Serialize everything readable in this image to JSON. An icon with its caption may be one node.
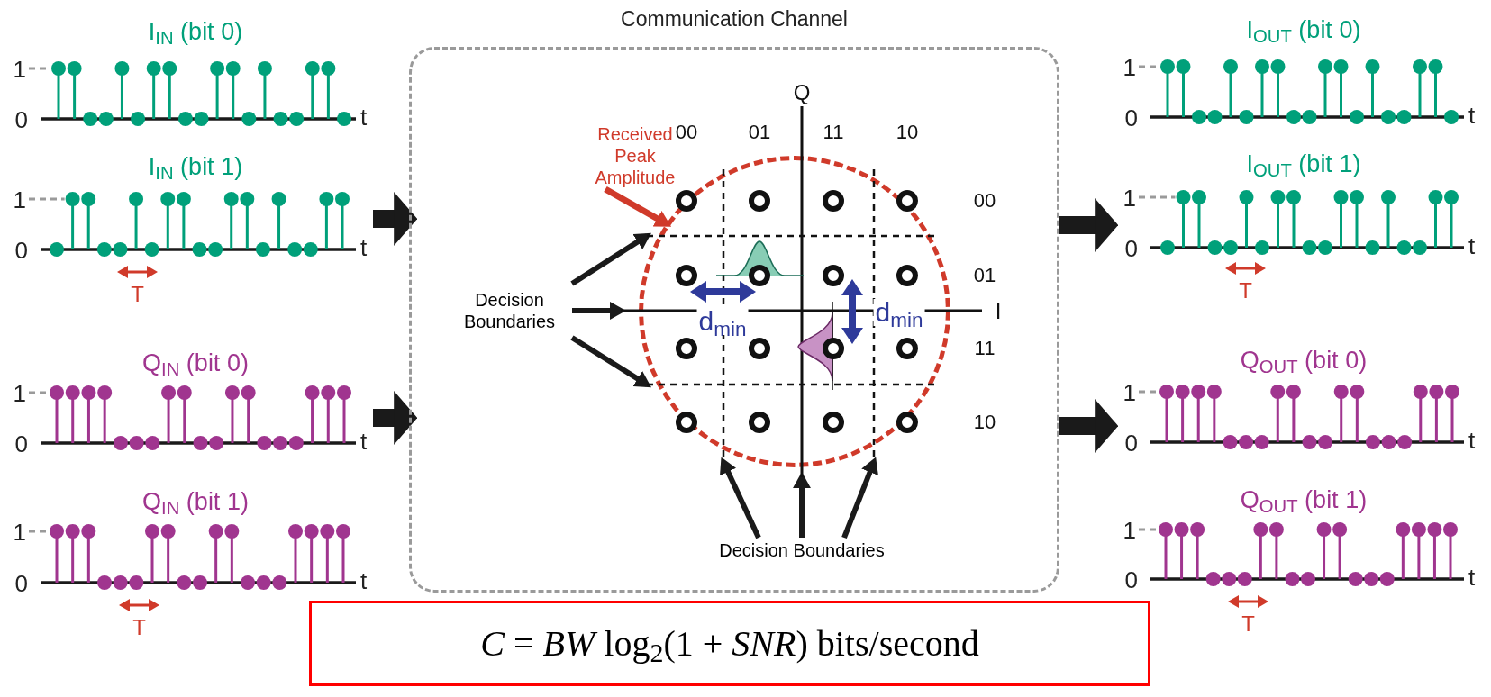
{
  "diagram": {
    "nodes": [
      {
        "text": [
          "I$_{IN}$ (bit 0)",
          "I$_{IN}$ (bit 1)"
        ],
        "beside": [
          "1",
          "0",
          "t",
          "1",
          "0",
          "t",
          "T"
        ]
      },
      {
        "text": [
          "Q$_{IN}$ (bit 0)",
          "Q$_{IN}$ (bit 1)"
        ],
        "beside": [
          "1",
          "0",
          "t",
          "1",
          "0",
          "t",
          "T"
        ]
      },
      {
        "text": [
          "Communication Channel"
        ]
      },
      {
        "text": [
          "Received Peak Amplitude"
        ],
        "in": 2
      },
      {
        "text": [
          "Decision Boundaries"
        ],
        "in": 2
      },
      {
        "text": [
          "Decision Boundaries"
        ],
        "in": 2
      },
      {
        "text": [],
        "shape": "circle",
        "in": 2
      },
      {
        "text": [],
        "shape": "line",
        "in": 6
      },
      {
        "text": [],
        "shape": "line",
        "in": 2
      },
      {
        "text": [],
        "shape": "line",
        "in": 6
      },
      {
        "text": [],
        "shape": "line",
        "in": 6
      },
      {
        "text": [],
        "shape": "line",
        "in": 2
      },
      {
        "text": [],
        "shape": "line",
        "in": 6
      },
      {
        "text": [
          "I$_{OUT}$ (bit 0)",
          "I$_{OUT}$ (bit 1)"
        ],
        "beside": [
          "1",
          "0",
          "t",
          "1",
          "0",
          "t",
          "T"
        ]
      },
      {
        "text": [
          "Q$_{OUT}$ (bit 0)",
          "Q$_{OUT}$ (bit 1)"
        ],
        "beside": [
          "1",
          "0",
          "t",
          "1",
          "0",
          "t",
          "T"
        ]
      },
      {
        "text": [
          "*C* = *BW* log$_{2}$(1 + *SNR*) bits/second"
        ]
      }
    ],
    "edges": [
      {
        "from": 0,
        "to": 2,
        "arrow": "to",
        "style": "thick"
      },
      {
        "from": 1,
        "to": 2,
        "arrow": "to",
        "style": "thick"
      },
      {
        "from": 2,
        "to": 13,
        "arrow": "to",
        "style": "thick"
      },
      {
        "from": 2,
        "to": 14,
        "arrow": "to",
        "style": "thick"
      },
      {
        "from": 3,
        "to": 6,
        "arrow": "to",
        "color": "#d03a2a"
      },
      {
        "from": 4,
        "to": 7,
        "arrow": "to"
      },
      {
        "from": 4,
        "to": 8,
        "arrow": "to"
      },
      {
        "from": 4,
        "to": 9,
        "arrow": "to"
      },
      {
        "from": 5,
        "to": 10,
        "arrow": "to"
      },
      {
        "from": 5,
        "to": 11,
        "arrow": "to"
      },
      {
        "from": 5,
        "to": 12,
        "arrow": "to"
      }
    ],
    "labels": [
      "Q",
      "I",
      "00",
      "01",
      "11",
      "10",
      "00",
      "01",
      "11",
      "10",
      "d$_{min}$",
      "d$_{min}$"
    ]
  }
}
